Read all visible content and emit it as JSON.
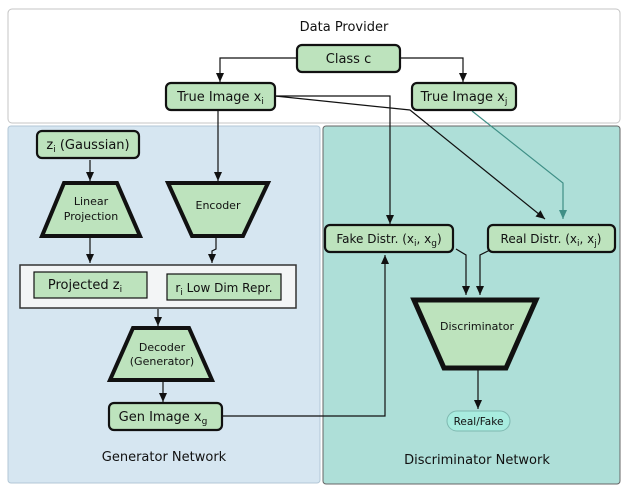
{
  "sections": {
    "data_provider": "Data Provider",
    "generator_network": "Generator Network",
    "discriminator_network": "Discriminator Network"
  },
  "nodes": {
    "class_c": "Class c",
    "true_image_left": {
      "base": "True Image x",
      "sub": "i"
    },
    "true_image_right": {
      "base": "True Image x",
      "sub": "j"
    },
    "z_gaussian": {
      "base": "z",
      "sub": "i",
      "tail": " (Gaussian)"
    },
    "linear_projection": [
      "Linear",
      "Projection"
    ],
    "encoder": "Encoder",
    "projected_z": {
      "base": "Projected z",
      "sub": "i"
    },
    "low_dim_repr": {
      "base": "r",
      "sub": "i",
      "tail": " Low Dim Repr."
    },
    "decoder": [
      "Decoder",
      "(Generator)"
    ],
    "gen_image": {
      "base": "Gen Image x",
      "sub": "g"
    },
    "fake_distr": {
      "pre": "Fake Distr. (x",
      "sub1": "i",
      "mid": ", x",
      "sub2": "g",
      "post": ")"
    },
    "real_distr": {
      "pre": "Real Distr. (x",
      "sub1": "i",
      "mid": ", x",
      "sub2": "j",
      "post": ")"
    },
    "discriminator": "Discriminator",
    "real_fake": "Real/Fake"
  },
  "colors": {
    "node_fill": "#bde3bd",
    "generator_bg": "#d6e6f1",
    "discriminator_bg": "#aedfd8",
    "real_fake_fill": "#a8ecdf",
    "teal_arrow": "#3f8f86"
  }
}
